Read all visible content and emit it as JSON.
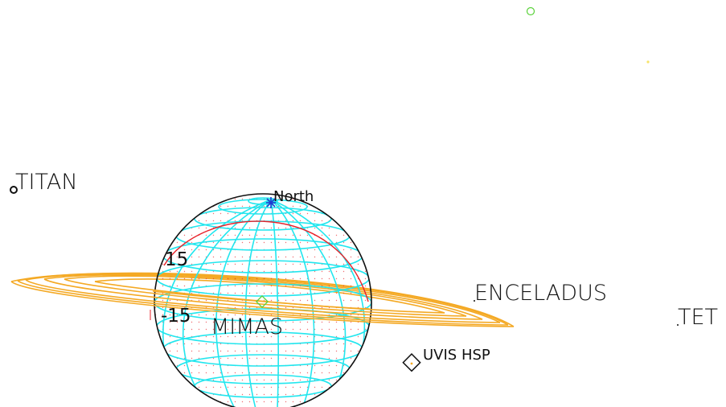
{
  "labels": {
    "titan": "TITAN",
    "north": "North",
    "lat_upper": "15",
    "lat_lower": "-15",
    "enceladus": "ENCELADUS",
    "tethys": "TET",
    "mimas": "MIMAS",
    "instrument": "UVIS HSP"
  },
  "colors": {
    "ring": "#f4a924",
    "grid": "#22e6ee",
    "limb": "#111111",
    "terminator": "#e8222a",
    "north_marker": "#1f3ccf",
    "moon_marker": "#5ad23a",
    "dot": "#e8222a"
  }
}
